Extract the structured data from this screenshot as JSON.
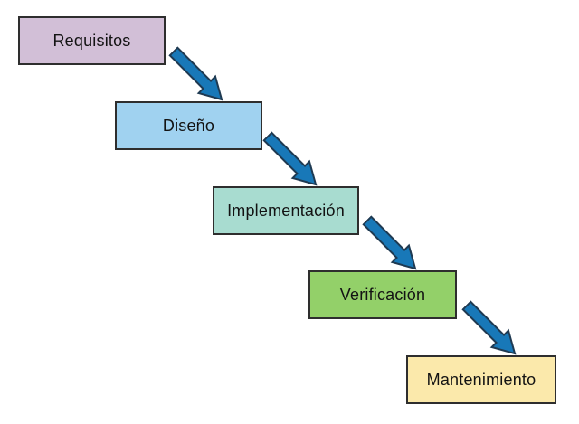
{
  "diagram": {
    "name": "waterfall-model",
    "background": "#ffffff",
    "box_border_color": "#2e2e2e",
    "text_color": "#131313",
    "stages": [
      {
        "label": "Requisitos",
        "fill": "#d2bfd7"
      },
      {
        "label": "Diseño",
        "fill": "#a0d2f0"
      },
      {
        "label": "Implementación",
        "fill": "#a8dcd0"
      },
      {
        "label": "Verificación",
        "fill": "#93d069"
      },
      {
        "label": "Mantenimiento",
        "fill": "#fbe9ab"
      }
    ],
    "arrow": {
      "fill": "#1878b8",
      "outline": "#1f3a52",
      "direction": "down-right"
    }
  }
}
